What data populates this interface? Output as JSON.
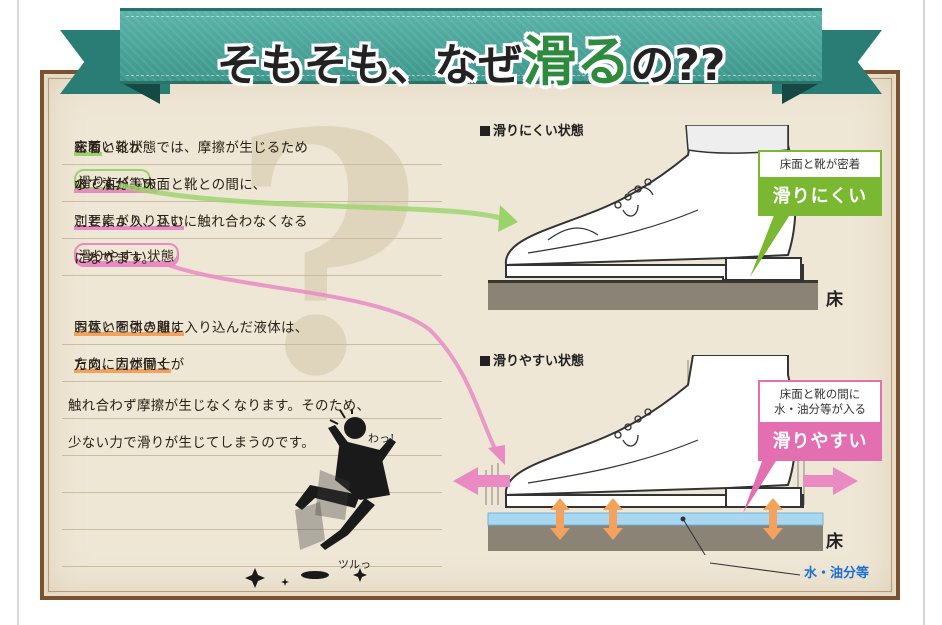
{
  "banner": {
    "prefix": "そもそも、なぜ",
    "accent": "滑る",
    "suffix": "の??"
  },
  "paragraph1": [
    {
      "plain": "床面と靴が",
      "green": "密着",
      "rest": "している状態では、摩擦が生じるため"
    },
    {
      "green": "滑りにくい",
      "plain": "のですが、床面と靴との間に、",
      "pink": "水・油分等の"
    },
    {
      "pink": "別要素が入り込む",
      "plain": "ことにより、互いに触れ合わなくなる"
    },
    {
      "plain": "ことで、",
      "pink": "滑りやすい状態",
      "rest": "になります。"
    }
  ],
  "paragraph2": [
    {
      "plain": "固体と固体の間に入り込んだ液体は、",
      "orange": "お互いを引き離す"
    },
    {
      "orange": "方向に力が働く",
      "plain": "ため、固体同士が"
    },
    {
      "plain": "触れ合わず摩擦が生じなくなります。そのため、"
    },
    {
      "plain": "少ない力で滑りが生じてしまうのです。"
    }
  ],
  "diagram_top": {
    "label": "滑りにくい状態",
    "callout_top": "床面と靴が密着",
    "callout_bottom": "滑りにくい",
    "floor": "床"
  },
  "diagram_bottom": {
    "label": "滑りやすい状態",
    "callout_top_1": "床面と靴の間に",
    "callout_top_2": "水・油分等が入る",
    "callout_bottom": "滑りやすい",
    "floor": "床",
    "liquid": "水・油分等"
  },
  "figure": {
    "sound_1": "わっ!",
    "sound_2": "ツルっ"
  },
  "colors": {
    "ribbon": "#3c968b",
    "accent_green": "#7ab832",
    "accent_pink": "#e36fb0",
    "accent_orange": "#f2a25c",
    "frame": "#7a5232",
    "water": "#a8d8f0"
  }
}
